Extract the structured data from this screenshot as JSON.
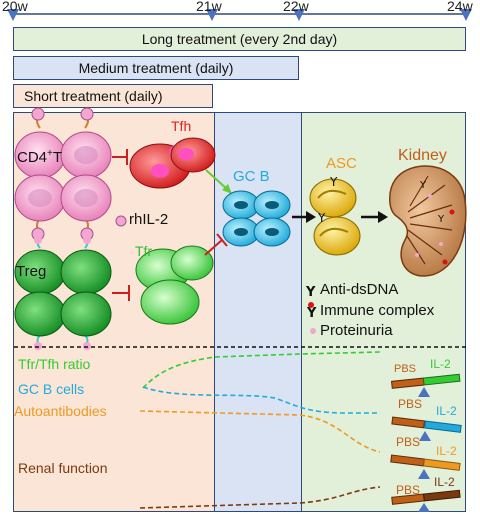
{
  "timeline": {
    "weeks": [
      "20w",
      "21w",
      "22w",
      "24w"
    ]
  },
  "treatments": {
    "long": "Long treatment (every 2nd day)",
    "medium": "Medium treatment (daily)",
    "short": "Short treatment (daily)"
  },
  "cells": {
    "cd4t_prefix": "CD4",
    "cd4t_sup": "+",
    "cd4t_suffix": "T",
    "tfh": "Tfh",
    "rhil2": "rhIL-2",
    "treg": "Treg",
    "tfr": "Tfr",
    "gcb": "GC  B",
    "asc": "ASC",
    "kidney": "Kidney"
  },
  "legend": {
    "anti_dsdna": "Anti-dsDNA",
    "immune_complex": "Immune complex",
    "proteinuria": "Proteinuria"
  },
  "readouts": {
    "tfr_tfh": "Tfr/Tfh  ratio",
    "gcb_cells": "GC B cells",
    "autoantibodies": "Autoantibodies",
    "renal": "Renal function"
  },
  "scales": {
    "pbs": "PBS",
    "il2": "IL-2"
  },
  "colors": {
    "long_bg": "#e2efd9",
    "medium_bg": "#dae3f3",
    "short_bg": "#fbe5d6",
    "tfr_tfh": "#33cc33",
    "gcb": "#22aadd",
    "autoantibodies": "#ee9922",
    "renal": "#7a3a10"
  }
}
